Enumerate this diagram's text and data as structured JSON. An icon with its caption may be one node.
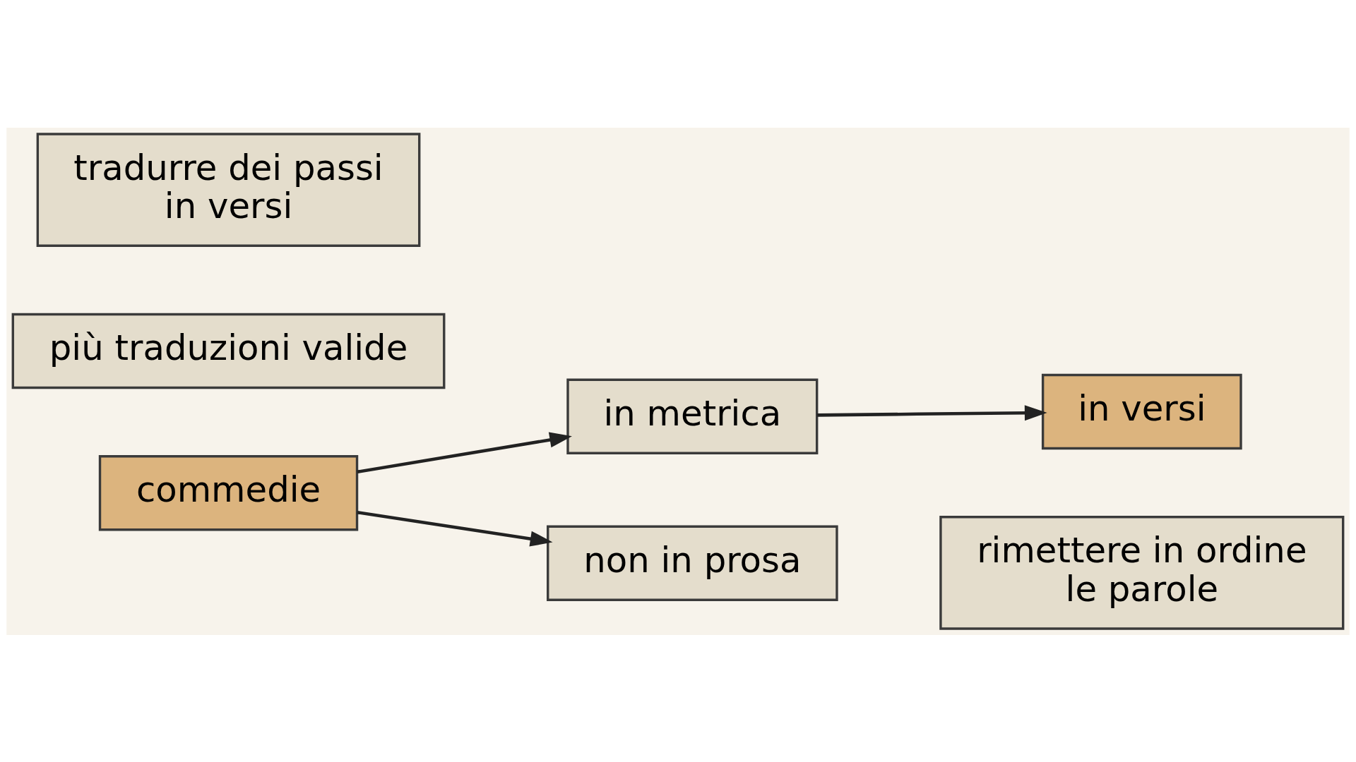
{
  "diagram": {
    "nodes": [
      {
        "text": [
          "commedie"
        ]
      },
      {
        "text": [
          "in metrica"
        ]
      },
      {
        "text": [
          "in versi"
        ]
      },
      {
        "text": [
          "non in prosa"
        ]
      },
      {
        "text": [
          "tradurre dei passi in versi"
        ]
      },
      {
        "text": [
          "rimettere in ordine le parole"
        ]
      },
      {
        "text": [
          "più traduzioni valide"
        ]
      }
    ],
    "edges": [
      {
        "from": 0,
        "to": 1,
        "arrow": "to"
      },
      {
        "from": 1,
        "to": 2,
        "arrow": "to"
      },
      {
        "from": 0,
        "to": 3,
        "arrow": "to"
      }
    ]
  }
}
